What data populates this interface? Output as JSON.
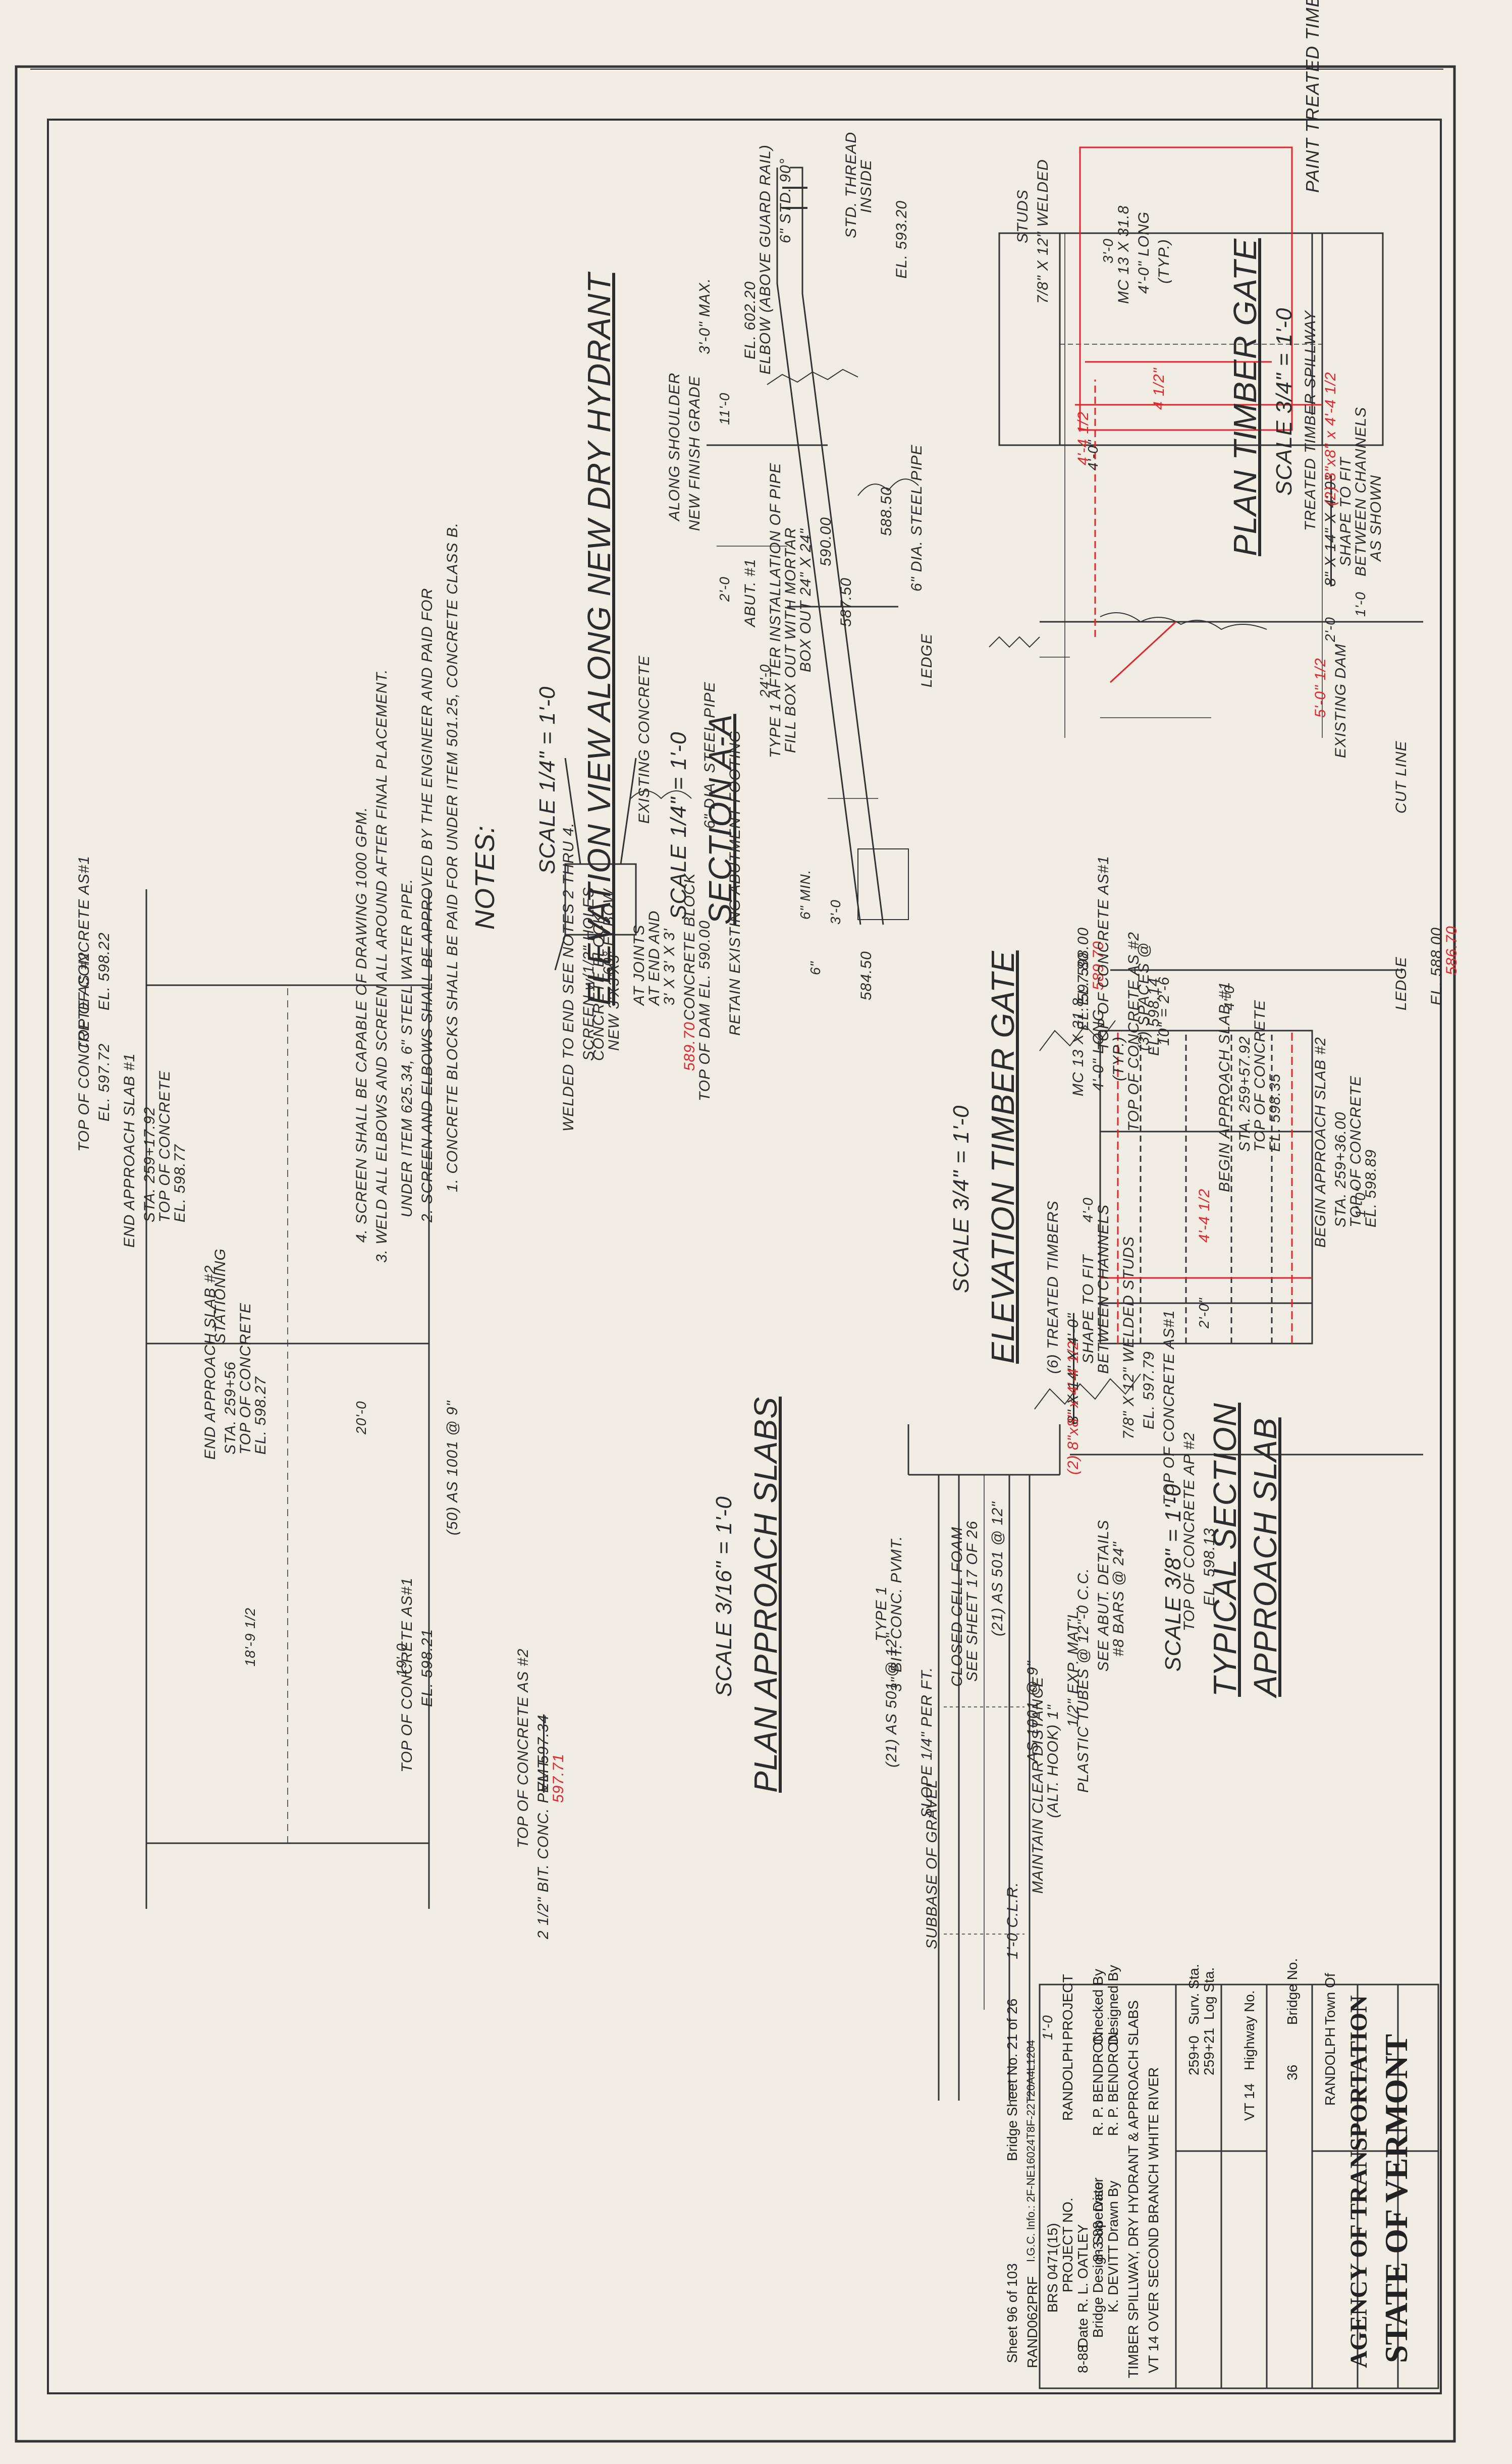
{
  "top_note": "PAINT TREATED TIMBER CUTS WITH CUPERNOL.",
  "plan_timber_gate": {
    "title": "PLAN TIMBER GATE",
    "scale": "SCALE 3/4\" = 1'-0",
    "labels": {
      "mc": "MC 13 X 31.8",
      "mc_len": "4'-0\" LONG",
      "mc_typ": "(TYP.)",
      "studs": "7/8\" X 12\" WELDED",
      "studs2": "STUDS",
      "dim_30": "3'-0",
      "timber": "TREATED TIMBER SPILLWAY",
      "timber_orig": "8\" X 14\" X 4'-0\"",
      "timber_shape": "SHAPE TO FIT",
      "timber_between": "BETWEEN CHANNELS",
      "timber_as": "AS SHOWN",
      "existing_dam": "EXISTING DAM",
      "cut_line": "CUT LINE",
      "dim_20": "2'-0",
      "dim_10": "1'-0",
      "dim_40": "4'-0\""
    },
    "red": {
      "rev1": "(2) 8\"x8\" x 4'-4 1/2",
      "rev2": "4'-4 1/2",
      "rev3": "5'-0\" 1/2",
      "rev4": "4 1/2\""
    }
  },
  "elevation_timber_gate": {
    "title": "ELEVATION TIMBER GATE",
    "scale": "SCALE 3/4\" = 1'-0",
    "labels": {
      "dim_40": "4'-0",
      "spaces": "(3) SPACES @",
      "spaces2": "10\" = 2'-6",
      "mc": "MC 13 X 31.8",
      "mc_len": "4'-0\" LONG",
      "mc_typ": "(TYP.)",
      "el_top": "EL. 598.00",
      "el_left": "EL. 588.00",
      "ledge": "LEDGE",
      "dim_10": "1'-0\"",
      "dim_40b": "4'-0",
      "dim_20": "2'-0\"",
      "treated": "(6) TREATED TIMBERS",
      "treated_orig": "8\" X 14\" X 4'-0\"",
      "shape": "SHAPE TO FIT",
      "between": "BETWEEN CHANNELS",
      "studs": "7/8\" X 12\" WELDED STUDS"
    },
    "red": {
      "rev1": "(2) 8\"x8\" x 4'-4 1/2",
      "rev2": "4'-4 1/2",
      "el_a": "589.70",
      "el_b": "586.70"
    }
  },
  "elevation_hydrant": {
    "title": "ELEVATION VIEW ALONG NEW DRY HYDRANT",
    "scale": "SCALE 1/4\" = 1'-0",
    "labels": {
      "inside": "INSIDE",
      "std_thread": "STD. THREAD",
      "elbow": "6\" STD. 90°",
      "elbow2": "ELBOW (ABOVE GUARD RAIL)",
      "el_60220": "EL. 602.20",
      "el_59320": "EL. 593.20",
      "max": "3'-0\" MAX.",
      "finish": "NEW FINISH GRADE",
      "finish2": "ALONG SHOULDER",
      "dim_110": "11'-0",
      "dim_20": "2'-0",
      "abut": "ABUT. #1",
      "pipe": "6\" DIA. STEEL PIPE",
      "el_58850": "588.50",
      "el_59000": "590.00",
      "el_58750": "587.50",
      "box": "BOX OUT 24\" X 24\"",
      "fill": "FILL BOX OUT WITH MORTAR",
      "type": "TYPE 1 AFTER INSTALLATION OF PIPE",
      "ledge": "LEDGE",
      "dim_240": "24'-0",
      "retain": "RETAIN EXISTING ABUTMENT FOOTING",
      "top_dam": "TOP OF DAM EL. 590.00",
      "block": "CONCRETE BLOCK",
      "block2": "3' X 3' X 3'",
      "block3": "AT END AND",
      "block4": "AT JOINTS",
      "el_58450": "584.50",
      "dim_30": "3'-0",
      "min": "6\" MIN.",
      "dim_6": "6\""
    },
    "red": {
      "top_dam": "589.70"
    }
  },
  "section_aa": {
    "title": "SECTION A-A",
    "scale": "SCALE 1/4\" = 1'-0",
    "labels": {
      "existing": "EXISTING CONCRETE",
      "pipe": "6\" DIA. STEEL PIPE",
      "screen": "SCREEN w/1/2\" HOLES",
      "screen2": "WELDED TO END SEE NOTES 2 THRU 4.",
      "elbow": "60° ELBOW",
      "block": "NEW 3'X3'X3'",
      "block2": "CONCRETE BLOCK"
    }
  },
  "notes": {
    "title": "NOTES:",
    "items": [
      "1.   CONCRETE BLOCKS SHALL BE PAID FOR UNDER ITEM 501.25, CONCRETE CLASS B.",
      "2.   SCREEN AND ELBOWS SHALL BE APPROVED BY THE ENGINEER AND PAID FOR",
      "      UNDER ITEM 625.34, 6\" STEEL WATER PIPE.",
      "3.   WELD ALL ELBOWS AND SCREEN ALL AROUND AFTER FINAL PLACEMENT.",
      "4.   SCREEN SHALL BE CAPABLE OF DRAWING 1000 GPM."
    ]
  },
  "plan_approach_slabs": {
    "title": "PLAN APPROACH SLABS",
    "scale": "SCALE 3/16\" = 1'-0",
    "labels": {
      "top1": "TOP OF CONCRETE AS#1",
      "el1": "EL. 597.80",
      "top2": "TOP OF CONCRETE AS #2",
      "el2": "EL. 598.14",
      "begin1": "BEGIN APPROACH SLAB #1",
      "begin1_sta": "STA. 259+57.92",
      "begin1_top": "TOP OF CONCRETE",
      "begin1_el": "EL. 598.35",
      "begin2": "BEGIN APPROACH SLAB #2",
      "begin2_sta": "STA. 259+36.00",
      "begin2_top": "TOP OF CONCRETE",
      "begin2_el": "EL. 598.89",
      "top3": "TOP OF CONCRETE AS#1",
      "el3": "EL. 597.79",
      "top4": "TOP OF CONCRETE AP #2",
      "el4": "EL. 598.13",
      "bars1": "(21) AS 501 @ 12\"",
      "width": "20'-0",
      "bars2": "(50) AS 1001 @ 9\"",
      "len1": "19'-0",
      "len2": "18'-9 1/2",
      "top5": "TOP OF CONCRETE AS#1",
      "el5": "EL. 598.22",
      "top6": "TOP OF CONCRETE AS #2",
      "el6": "EL. 597.72",
      "end1": "END APPROACH SLAB #1",
      "end1_sta": "STA. 259+17.92",
      "end1_top": "TOP OF CONCRETE",
      "end1_el": "EL. 598.77",
      "stationing": "STATIONING",
      "end2": "END APPROACH SLAB #2",
      "end2_sta": "STA. 259+56",
      "end2_top": "TOP OF CONCRETE",
      "end2_el": "EL. 598.27",
      "top7": "TOP OF CONCRETE AS#1",
      "el7": "EL. 598.21",
      "top8": "TOP OF CONCRETE AS #2",
      "el8": "EL. 597.34"
    },
    "red": {
      "el8a": "597.71"
    }
  },
  "approach_slab_section": {
    "title": "APPROACH SLAB",
    "title2": "TYPICAL SECTION",
    "scale": "SCALE 3/8\" = 1'-0",
    "labels": {
      "bit": "3\" BIT. CONC. PVMT.",
      "type1": "TYPE 1",
      "bars": "(21) AS 501 @ 12\"",
      "slope": "SLOPE 1/4\" PER FT.",
      "subbase": "SUBBASE OF GRAVEL",
      "bit2": "2 1/2\" BIT. CONC. PVMT.",
      "cell": "CLOSED CELL FOAM",
      "cell2": "SEE SHEET 17 OF 26",
      "exp": "1/2\" EXP. MAT'L.",
      "bars2": "AS 1001 @ 9\"",
      "hook": "(ALT. HOOK) 1\"",
      "clear": "MAINTAIN CLEAR DISTANCE",
      "cl": "1'-0 C.L.R.",
      "bars3": "#8 BARS @ 24\"",
      "abut": "SEE ABUT. DETAILS",
      "tubes": "PLASTIC TUBES @ 12\"-0 C.C.",
      "dim_10": "1'-0"
    }
  },
  "title_block": {
    "state": "STATE OF VERMONT",
    "agency": "AGENCY OF TRANSPORTATION",
    "town_lbl": "Town Of",
    "town": "RANDOLPH",
    "bridge_lbl": "Bridge No.",
    "bridge": "36",
    "hwy_lbl": "Highway No.",
    "hwy": "VT 14",
    "log_lbl": "Log Sta.",
    "log": "259+21",
    "surv_lbl": "Surv. Sta.",
    "surv": "259+0",
    "desc1": "VT 14 OVER SECOND BRANCH WHITE RIVER",
    "desc2": "TIMBER SPILLWAY, DRY HYDRANT & APPROACH SLABS",
    "designed_lbl": "Designed By",
    "designed": "R. P. BENDRON",
    "drawn_lbl": "Drawn By",
    "drawn": "K. DEVITT",
    "checked_lbl": "Checked By",
    "checked": "R. P. BENDRON",
    "date_lbl": "Date",
    "date": "8-3-88",
    "super_lbl": "Bridge Design Supervisor",
    "super": "R. L. OATLEY",
    "date2_lbl": "Date",
    "date2": "8-88",
    "project_lbl": "PROJECT",
    "project": "RANDOLPH",
    "projno_lbl": "PROJECT NO.",
    "projno": "BRS 0471(15)",
    "lgc": "I.G.C. Info.: 2F-NE16024T8F-22T20A4L1204",
    "code": "RAND062PRF",
    "bsheet": "Bridge Sheet No. 21 of 26",
    "sheet": "Sheet 96 of 103"
  }
}
